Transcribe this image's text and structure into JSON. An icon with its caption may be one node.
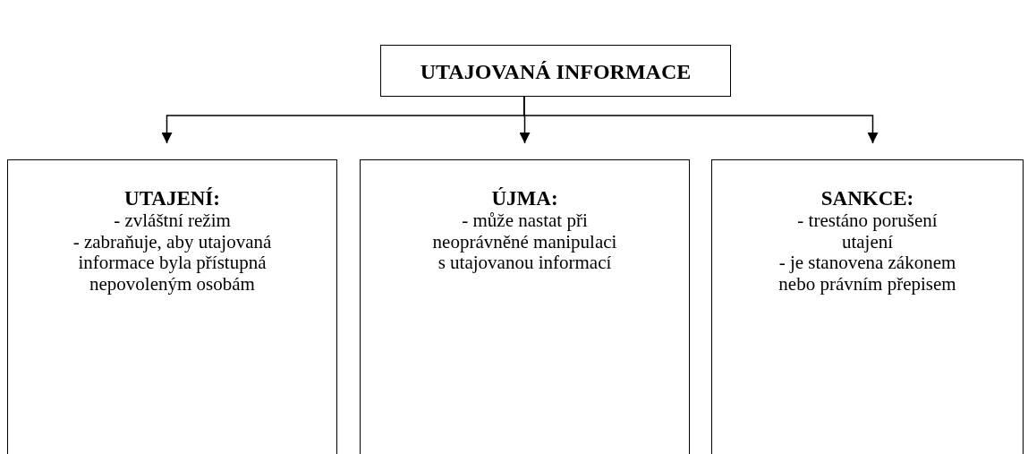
{
  "diagram": {
    "nodes": [
      {
        "text": [
          "UTAJOVANÁ INFORMACE"
        ]
      },
      {
        "text": [
          "UTAJENÍ:",
          "- zvláštní režim",
          "- zabraňuje, aby utajovaná informace byla přístupná nepovoleným osobám"
        ]
      },
      {
        "text": [
          "ÚJMA:",
          "- může nastat při neoprávněné manipulaci s utajovanou informací"
        ]
      },
      {
        "text": [
          "SANKCE:",
          "- trestáno porušení utajení",
          "- je stanovena zákonem nebo právním přepisem"
        ]
      }
    ],
    "edges": [
      {
        "from": 0,
        "to": 1,
        "arrow": "to"
      },
      {
        "from": 0,
        "to": 2,
        "arrow": "to"
      },
      {
        "from": 0,
        "to": 3,
        "arrow": "to"
      }
    ]
  }
}
